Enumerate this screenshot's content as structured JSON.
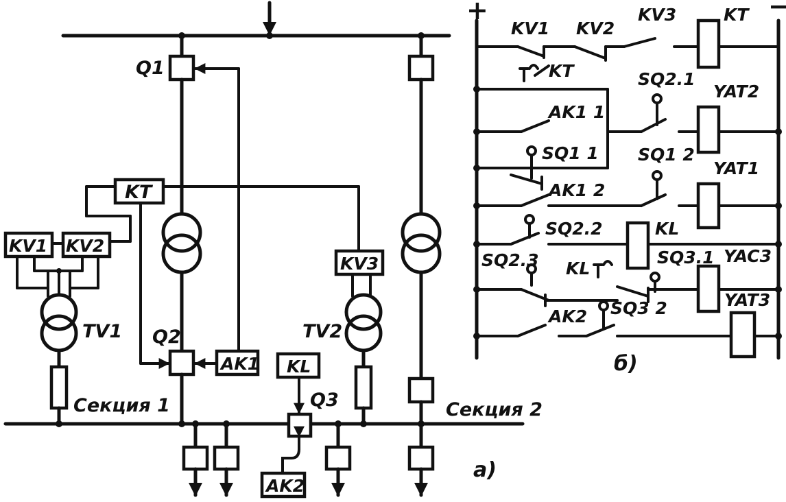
{
  "panel_a": {
    "caption": "а)",
    "section1": "Секция 1",
    "section2": "Секция 2",
    "labels": {
      "Q1": "Q1",
      "Q2": "Q2",
      "Q3": "Q3",
      "KT": "KT",
      "KV1": "KV1",
      "KV2": "KV2",
      "KV3": "KV3",
      "TV1": "TV1",
      "TV2": "TV2",
      "AK1": "AK1",
      "AK2": "AK2",
      "KL": "KL"
    }
  },
  "panel_b": {
    "caption": "б)",
    "plus": "+",
    "minus": "−",
    "labels": {
      "KV1": "KV1",
      "KV2": "KV2",
      "KV3": "KV3",
      "KT_coil": "KT",
      "KT_contact": "KT",
      "SQ2_1": "SQ2.1",
      "YAT2": "YAT2",
      "AK1_1": "AK1 1",
      "SQ1_1": "SQ1 1",
      "SQ1_2": "SQ1 2",
      "YAT1": "YAT1",
      "AK1_2": "AK1 2",
      "SQ2_2": "SQ2.2",
      "KL_coil": "KL",
      "SQ2_3": "SQ2.3",
      "KL_contact": "KL",
      "SQ3_1": "SQ3.1",
      "YAC3": "YAC3",
      "AK2": "AK2",
      "SQ3_2": "SQ3 2",
      "YAT3": "YAT3"
    }
  }
}
